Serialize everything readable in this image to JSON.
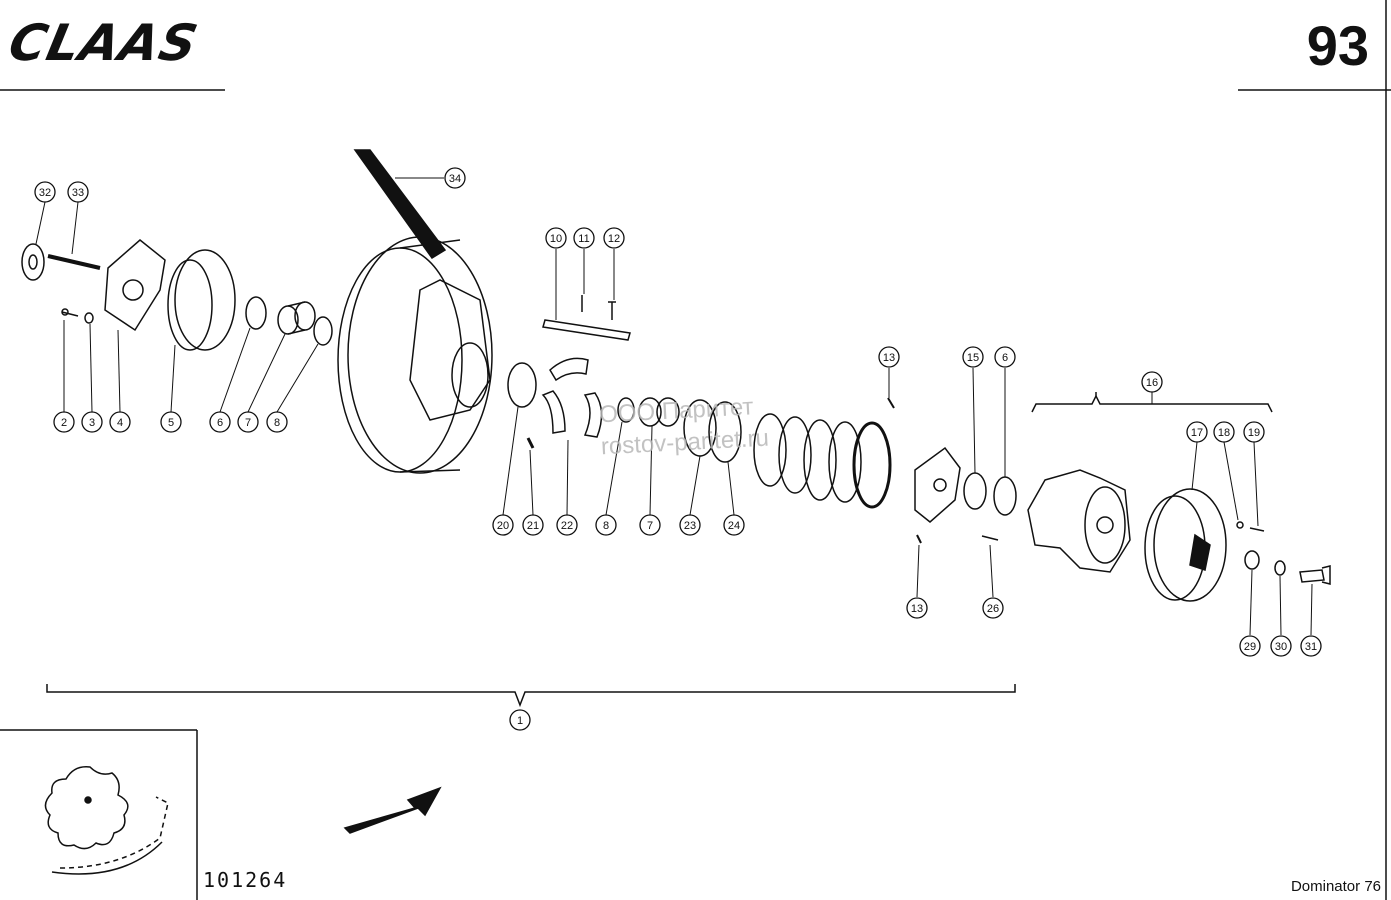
{
  "header": {
    "brand": "CLAAS",
    "page_number": "93"
  },
  "footer": {
    "drawing_code": "101264",
    "model": "Dominator 76"
  },
  "watermark": {
    "line1": "ООО Паритет",
    "line2": "rostov-paritet.ru"
  },
  "callouts": [
    "32",
    "33",
    "2",
    "3",
    "4",
    "5",
    "6",
    "7",
    "8",
    "34",
    "10",
    "11",
    "12",
    "20",
    "21",
    "22",
    "8",
    "7",
    "23",
    "24",
    "13",
    "13",
    "15",
    "6",
    "26",
    "16",
    "17",
    "18",
    "19",
    "29",
    "30",
    "31",
    "1"
  ]
}
